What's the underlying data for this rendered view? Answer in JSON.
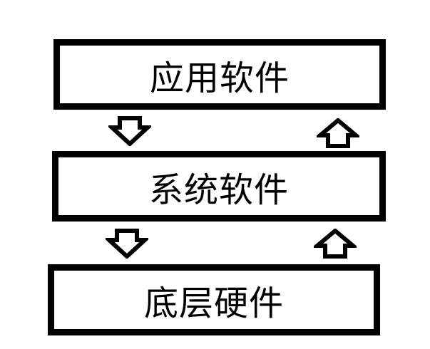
{
  "diagram": {
    "layers": [
      {
        "id": "app",
        "label": "应用软件"
      },
      {
        "id": "system",
        "label": "系统软件"
      },
      {
        "id": "hardware",
        "label": "底层硬件"
      }
    ],
    "arrows": [
      {
        "between": [
          "app",
          "system"
        ],
        "direction": "down"
      },
      {
        "between": [
          "system",
          "app"
        ],
        "direction": "up"
      },
      {
        "between": [
          "system",
          "hardware"
        ],
        "direction": "down"
      },
      {
        "between": [
          "hardware",
          "system"
        ],
        "direction": "up"
      }
    ],
    "colors": {
      "border": "#000000",
      "background": "#ffffff",
      "text": "#000000"
    }
  }
}
